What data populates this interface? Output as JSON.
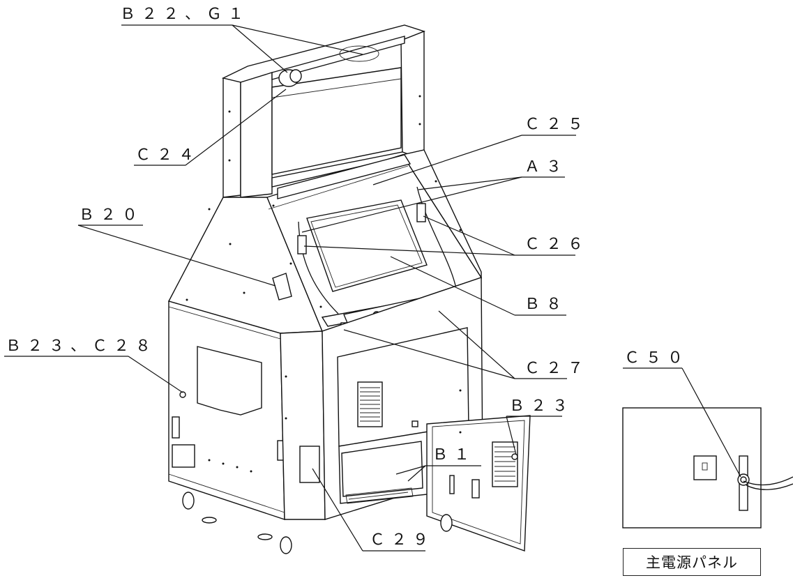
{
  "callouts": {
    "b22_g1": "Ｂ２２、Ｇ１",
    "c24": "Ｃ２４",
    "c25": "Ｃ２５",
    "a3": "Ａ３",
    "b20": "Ｂ２０",
    "c26": "Ｃ２６",
    "b8": "Ｂ８",
    "b23_c28": "Ｂ２３、Ｃ２８",
    "c27": "Ｃ２７",
    "c50": "Ｃ５０",
    "b23": "Ｂ２３",
    "b1": "Ｂ１",
    "c29": "Ｃ２９"
  },
  "panel_caption": "主電源パネル"
}
